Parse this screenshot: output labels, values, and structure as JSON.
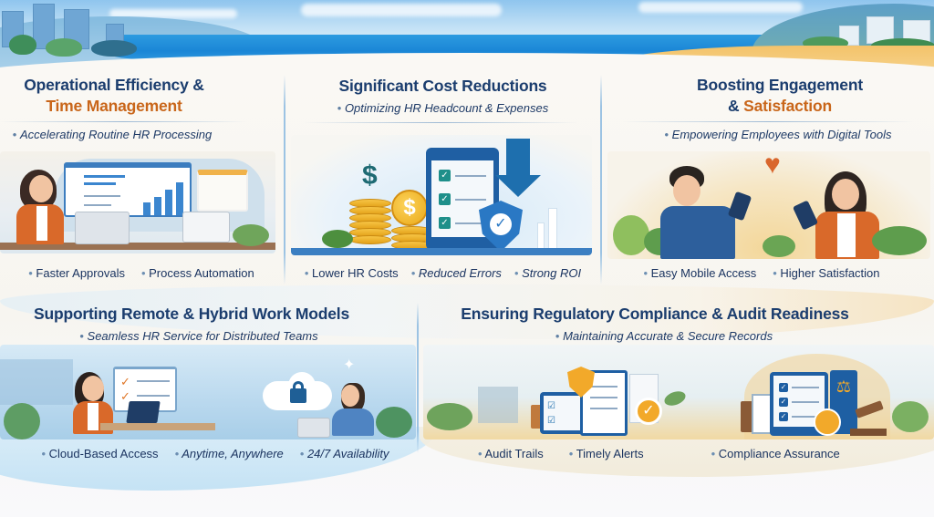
{
  "panels": [
    {
      "id": "operational-efficiency",
      "title_line1": "Operational Efficiency &",
      "title_line2": "Time Management",
      "subtitle": "Accelerating Routine HR Processing",
      "bullets": [
        "Faster Approvals",
        "Process Automation"
      ],
      "illustration": "woman-at-laptop-with-dashboard-and-calendar"
    },
    {
      "id": "cost-reductions",
      "title_line1": "Significant Cost Reductions",
      "subtitle": "Optimizing HR Headcount & Expenses",
      "bullets": [
        "Lower HR Costs",
        "Reduced Errors",
        "Strong ROI"
      ],
      "illustration": "coins-tablet-checklist-shield-down-arrow",
      "coin_symbol": "$"
    },
    {
      "id": "engagement-satisfaction",
      "title_line1": "Boosting Engagement",
      "title_amp": "& ",
      "title_line2": "Satisfaction",
      "subtitle": "Empowering Employees with Digital Tools",
      "bullets": [
        "Easy Mobile Access",
        "Higher Satisfaction"
      ],
      "illustration": "two-employees-with-tablets-and-heart",
      "heart_symbol": "♥"
    },
    {
      "id": "remote-hybrid",
      "title_line1": "Supporting Remote & Hybrid Work Models",
      "subtitle": "Seamless HR Service for Distributed Teams",
      "bullets": [
        "Cloud-Based Access",
        "Anytime, Anywhere",
        "24/7 Availability"
      ],
      "illustration": "remote-workers-with-cloud-lock"
    },
    {
      "id": "regulatory-compliance",
      "title_line1": "Ensuring Regulatory Compliance & Audit Readiness",
      "subtitle": "Maintaining Accurate & Secure Records",
      "bullets": [
        "Audit Trails",
        "Timely Alerts",
        "Compliance Assurance"
      ],
      "illustration": "documents-shields-gavel-scales"
    }
  ],
  "colors": {
    "title_navy": "#1b3d6e",
    "title_orange": "#c9661a",
    "bullet_text": "#1b3460",
    "divider_blue": "#9cc3e3",
    "sea_blue": "#1a86d6",
    "sand": "#f4c36a"
  }
}
